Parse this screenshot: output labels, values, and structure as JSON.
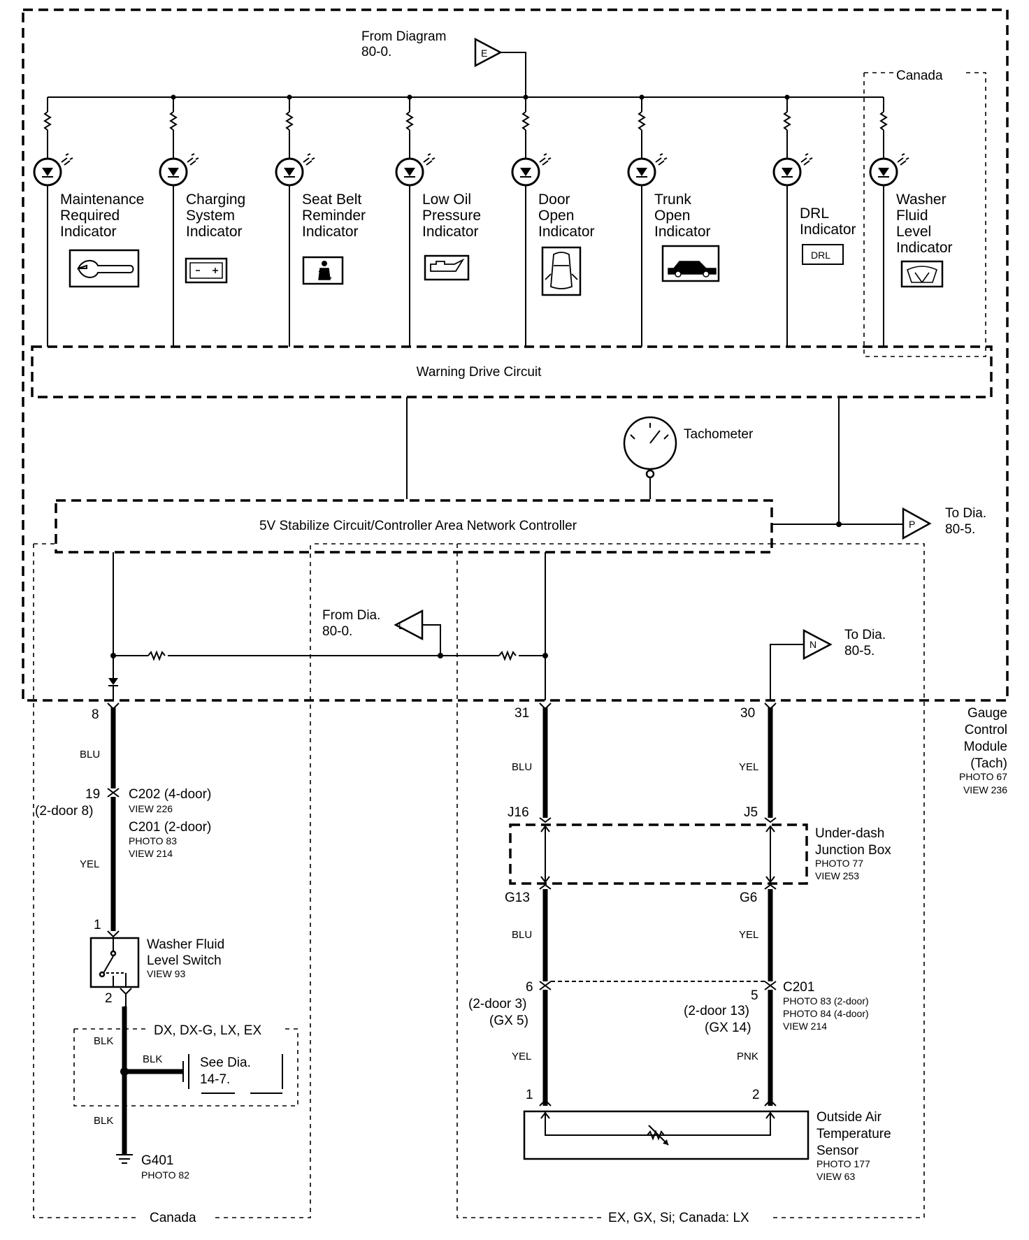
{
  "module": {
    "name_lines": [
      "Gauge",
      "Control",
      "Module",
      "(Tach)"
    ],
    "photo": "PHOTO 67",
    "view": "VIEW 236"
  },
  "refs": {
    "from_e": {
      "lines": [
        "From Diagram",
        "80-0."
      ],
      "letter": "E"
    },
    "to_p": {
      "lines": [
        "To Dia.",
        "80-5."
      ],
      "letter": "P"
    },
    "from_l": {
      "lines": [
        "From Dia.",
        "80-0."
      ],
      "letter": "L"
    },
    "to_n": {
      "lines": [
        "To Dia.",
        "80-5."
      ],
      "letter": "N"
    }
  },
  "canada_label": "Canada",
  "indicators": [
    {
      "lines": [
        "Maintenance",
        "Required",
        "Indicator"
      ],
      "icon": "wrench-icon"
    },
    {
      "lines": [
        "Charging",
        "System",
        "Indicator"
      ],
      "icon": "battery-icon"
    },
    {
      "lines": [
        "Seat Belt",
        "Reminder",
        "Indicator"
      ],
      "icon": "seatbelt-icon"
    },
    {
      "lines": [
        "Low Oil",
        "Pressure",
        "Indicator"
      ],
      "icon": "oil-can-icon"
    },
    {
      "lines": [
        "Door",
        "Open",
        "Indicator"
      ],
      "icon": "door-open-car-icon"
    },
    {
      "lines": [
        "Trunk",
        "Open",
        "Indicator"
      ],
      "icon": "trunk-open-car-icon"
    },
    {
      "lines": [
        "DRL",
        "Indicator"
      ],
      "icon": "drl-icon",
      "icon_text": "DRL"
    },
    {
      "lines": [
        "Washer",
        "Fluid",
        "Level",
        "Indicator"
      ],
      "icon": "washer-icon"
    }
  ],
  "warning_drive_circuit": "Warning Drive Circuit",
  "tachometer": "Tachometer",
  "stabilize_circuit": "5V Stabilize Circuit/Controller Area Network Controller",
  "left": {
    "pin_top": "8",
    "wire1": "BLU",
    "conn_pin": "19",
    "conn_alt": "(2-door 8)",
    "c202": "C202 (4-door)",
    "c202_view": "VIEW 226",
    "c201": "C201 (2-door)",
    "c201_photo": "PHOTO 83",
    "c201_view": "VIEW 214",
    "wire2": "YEL",
    "sw_pin1": "1",
    "sw_pin2": "2",
    "switch_lines": [
      "Washer Fluid",
      "Level Switch"
    ],
    "switch_view": "VIEW 93",
    "models": "DX, DX-G, LX, EX",
    "blk1": "BLK",
    "blk2": "BLK",
    "blk3": "BLK",
    "see_dia": [
      "See Dia.",
      "14-7."
    ],
    "ground": "G401",
    "ground_photo": "PHOTO 82",
    "region": "Canada"
  },
  "right": {
    "pin31": "31",
    "pin30": "30",
    "wire_blu1": "BLU",
    "wire_yel1": "YEL",
    "j16": "J16",
    "j5": "J5",
    "jbox_lines": [
      "Under-dash",
      "Junction Box"
    ],
    "jbox_photo": "PHOTO 77",
    "jbox_view": "VIEW 253",
    "g13": "G13",
    "g6": "G6",
    "wire_blu2": "BLU",
    "wire_yel2": "YEL",
    "c201_pin_a": "6",
    "c201_alt_a1": "(2-door 3)",
    "c201_alt_a2": "(GX 5)",
    "c201_pin_b": "5",
    "c201_alt_b1": "(2-door 13)",
    "c201_alt_b2": "(GX 14)",
    "c201": "C201",
    "c201_photo1": "PHOTO 83 (2-door)",
    "c201_photo2": "PHOTO 84 (4-door)",
    "c201_view": "VIEW 214",
    "wire_yel3": "YEL",
    "wire_pnk": "PNK",
    "sensor_pin1": "1",
    "sensor_pin2": "2",
    "sensor_lines": [
      "Outside Air",
      "Temperature",
      "Sensor"
    ],
    "sensor_photo": "PHOTO 177",
    "sensor_view": "VIEW 63",
    "region": "EX, GX, Si; Canada: LX"
  }
}
